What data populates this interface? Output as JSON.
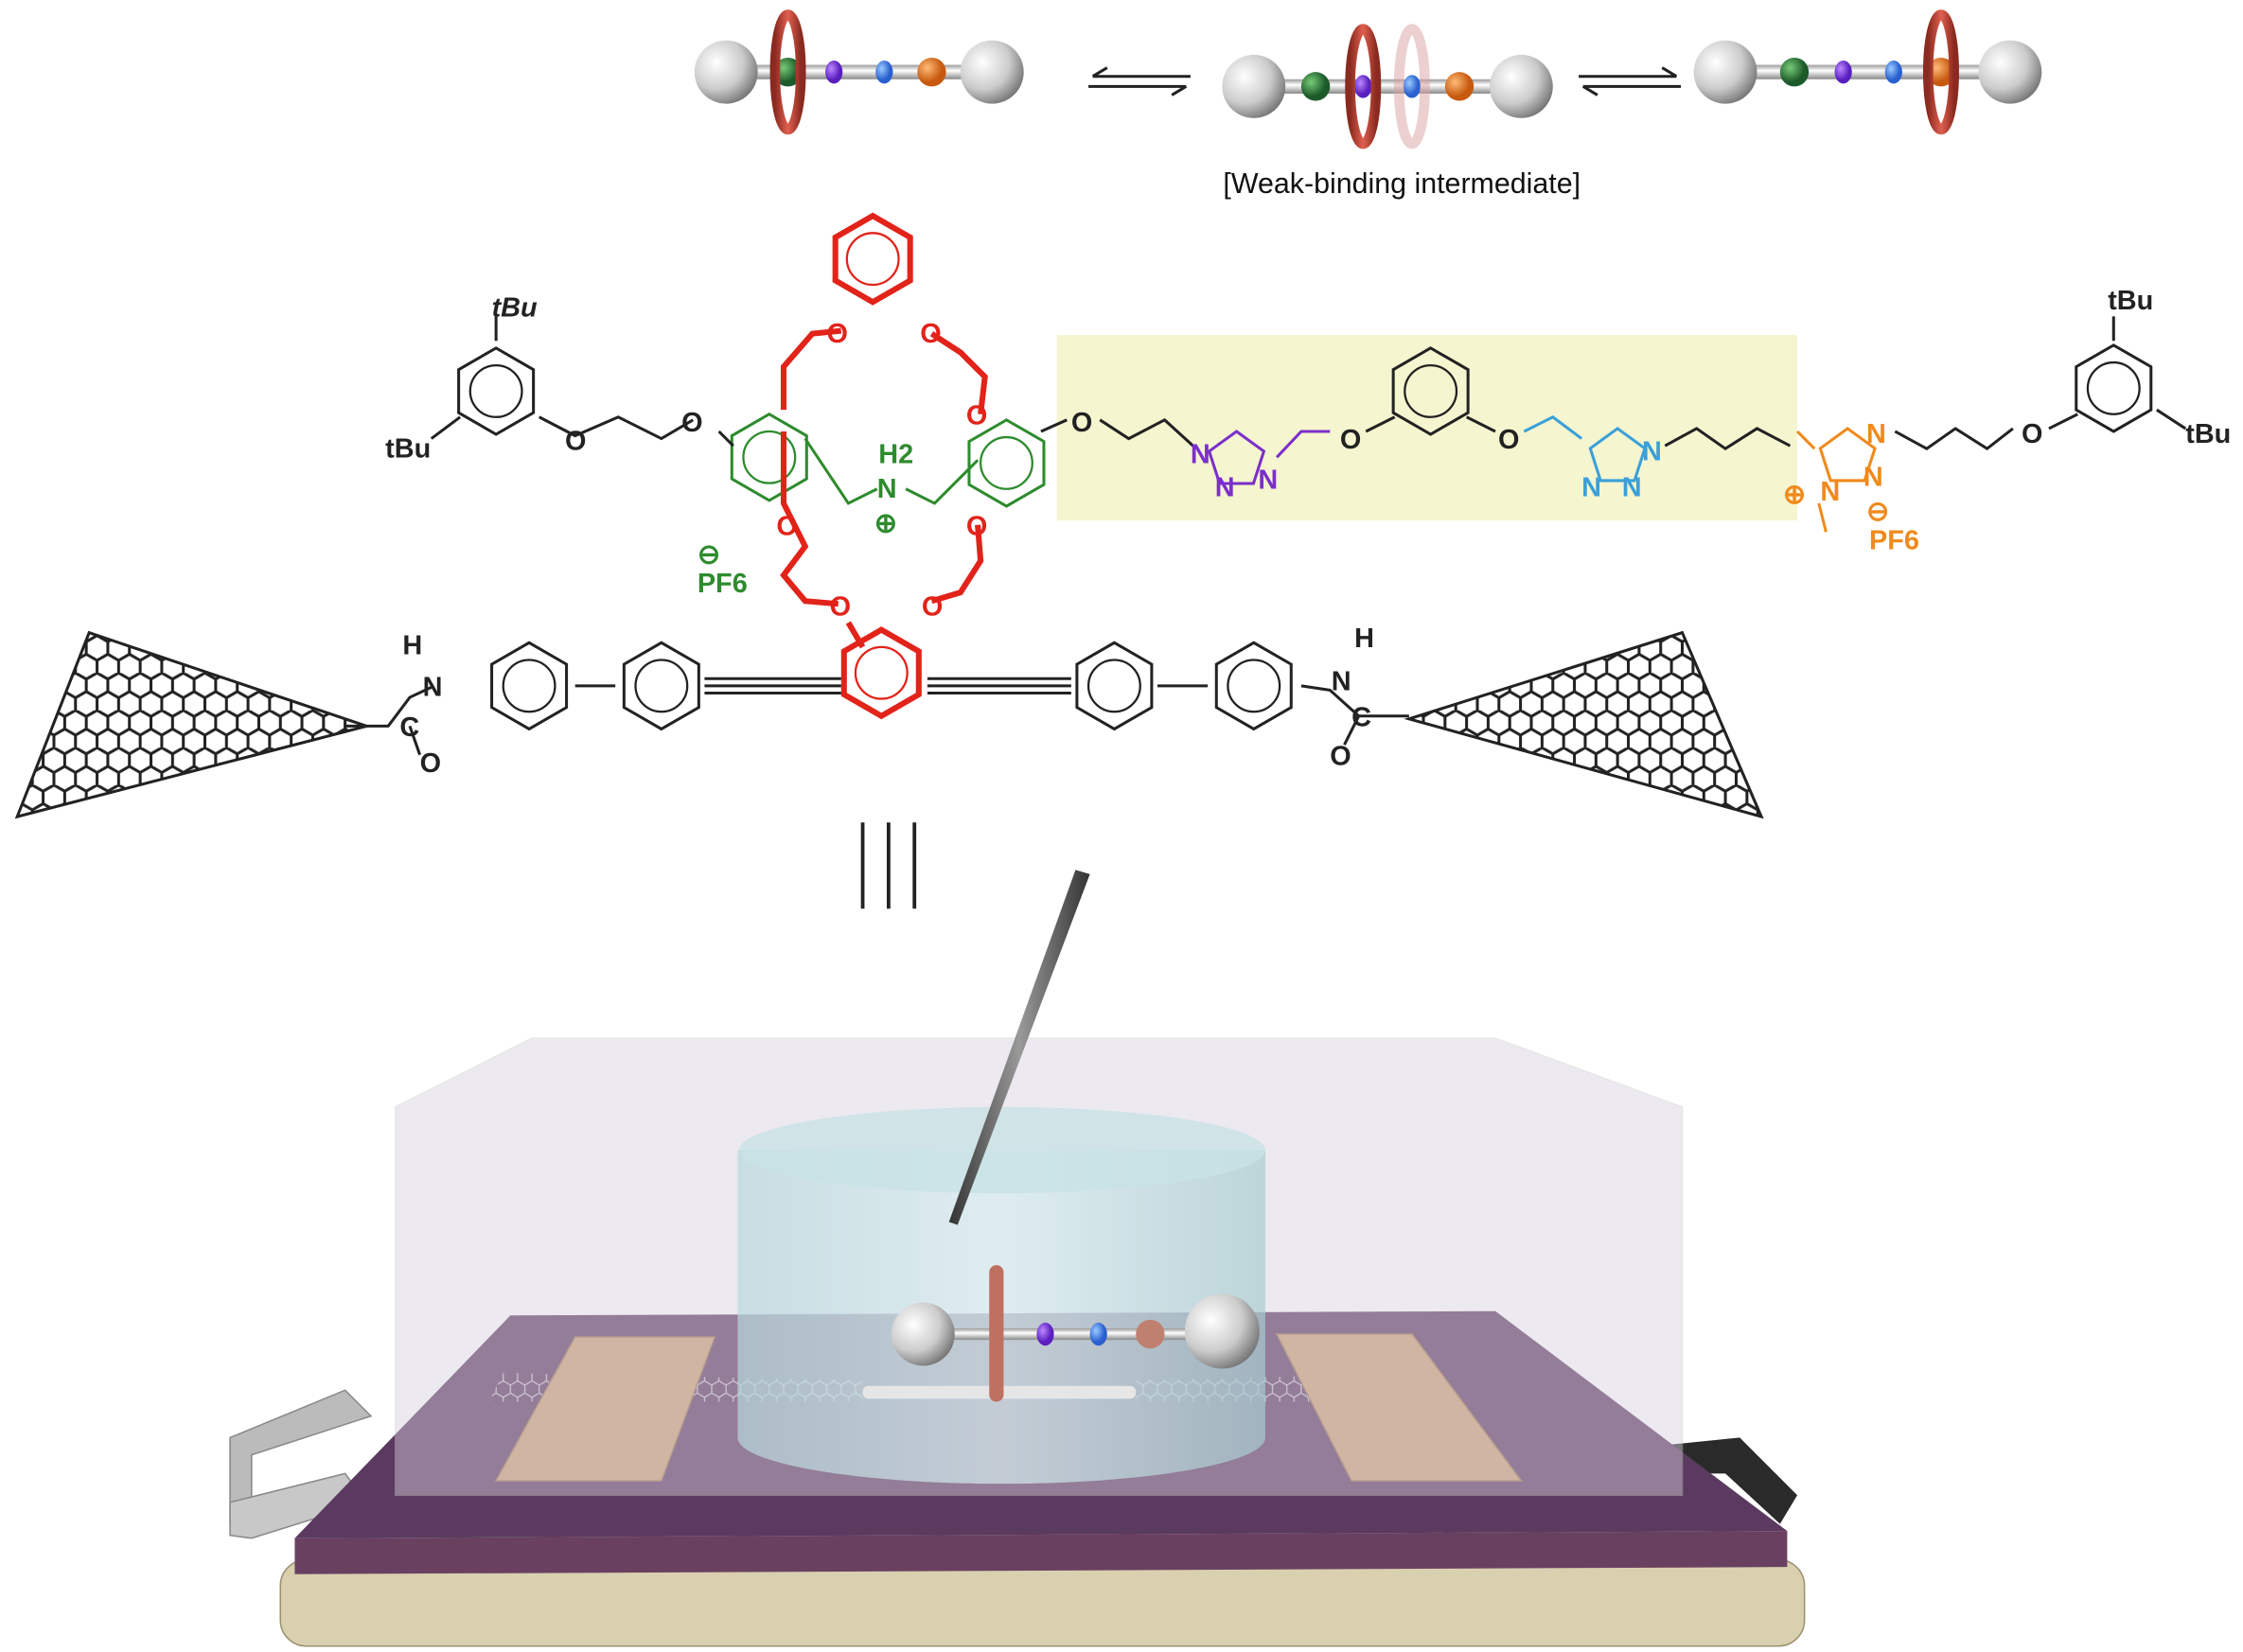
{
  "caption": "[Weak-binding intermediate]",
  "labels": {
    "tbu": "tBu",
    "o": "O",
    "n": "N",
    "h": "H",
    "h2": "H2",
    "c": "C",
    "plus": "⊕",
    "minus": "⊖",
    "pf6": "PF6",
    "me": "/",
    "congruent": "|||"
  },
  "colors": {
    "crown": "#e2231a",
    "ammonium": "#2e8b2e",
    "triazole1": "#7b2fc9",
    "triazole2": "#3aa0d8",
    "triazolium": "#f08a1c",
    "highlight": "#f5f5d0",
    "substrate": "#5a3a5e",
    "base": "#d9d0b0",
    "electrode": "#c9a070"
  }
}
